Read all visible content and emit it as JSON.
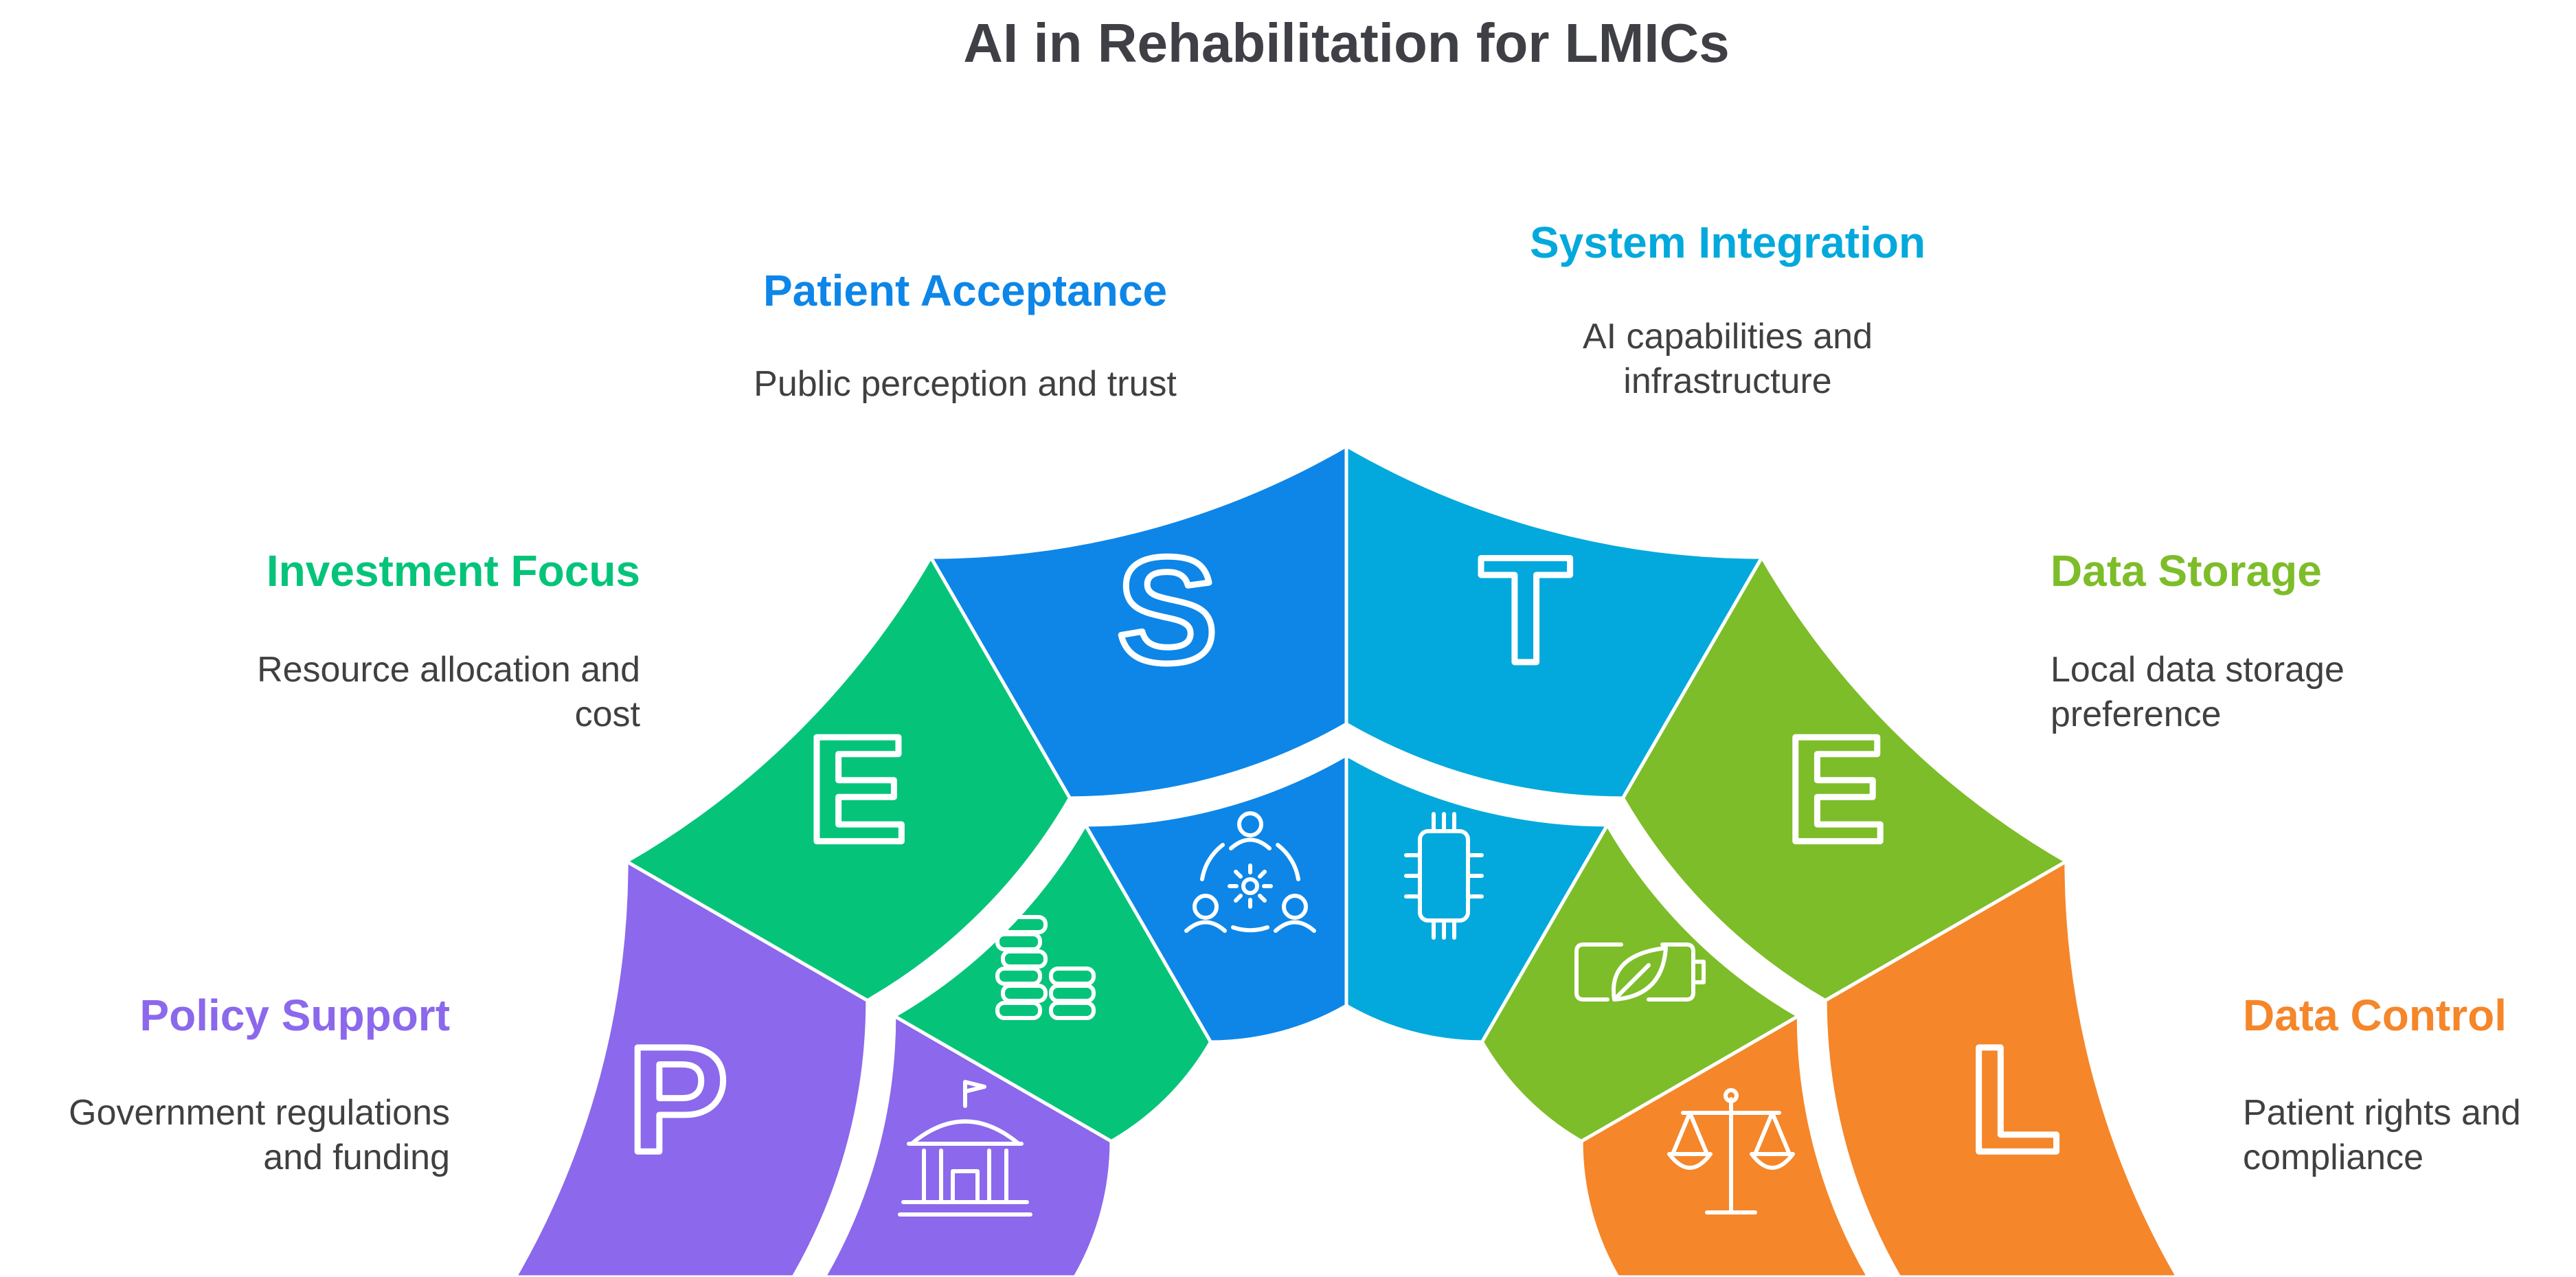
{
  "title": "AI in Rehabilitation for LMICs",
  "segments": [
    {
      "letter": "P",
      "title": "Policy Support",
      "desc": [
        "Government regulations",
        "and funding"
      ],
      "color": "#8b68ec",
      "icon": "government-building-icon"
    },
    {
      "letter": "E",
      "title": "Investment Focus",
      "desc": [
        "Resource allocation and",
        "cost"
      ],
      "color": "#05c47a",
      "icon": "coin-stacks-icon"
    },
    {
      "letter": "S",
      "title": "Patient Acceptance",
      "desc": [
        "Public perception and trust"
      ],
      "color": "#0d86e8",
      "icon": "people-gear-icon"
    },
    {
      "letter": "T",
      "title": "System Integration",
      "desc": [
        "AI capabilities and",
        "infrastructure"
      ],
      "color": "#03a9dc",
      "icon": "microchip-icon"
    },
    {
      "letter": "E",
      "title": "Data Storage",
      "desc": [
        "Local data storage",
        "preference"
      ],
      "color": "#7dbd29",
      "icon": "eco-battery-icon"
    },
    {
      "letter": "L",
      "title": "Data Control",
      "desc": [
        "Patient rights and",
        "compliance"
      ],
      "color": "#f5862a",
      "icon": "scales-icon"
    }
  ]
}
